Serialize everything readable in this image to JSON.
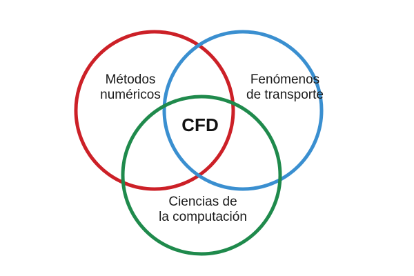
{
  "diagram": {
    "type": "venn",
    "sets": [
      {
        "id": "numerical",
        "label_lines": [
          "Métodos",
          "numéricos"
        ],
        "color": "#cc2027"
      },
      {
        "id": "transport",
        "label_lines": [
          "Fenómenos",
          "de transporte"
        ],
        "color": "#3a8fd0"
      },
      {
        "id": "computing",
        "label_lines": [
          "Ciencias de",
          "la computación"
        ],
        "color": "#1f8a4c"
      }
    ],
    "intersection": {
      "label": "CFD"
    }
  }
}
